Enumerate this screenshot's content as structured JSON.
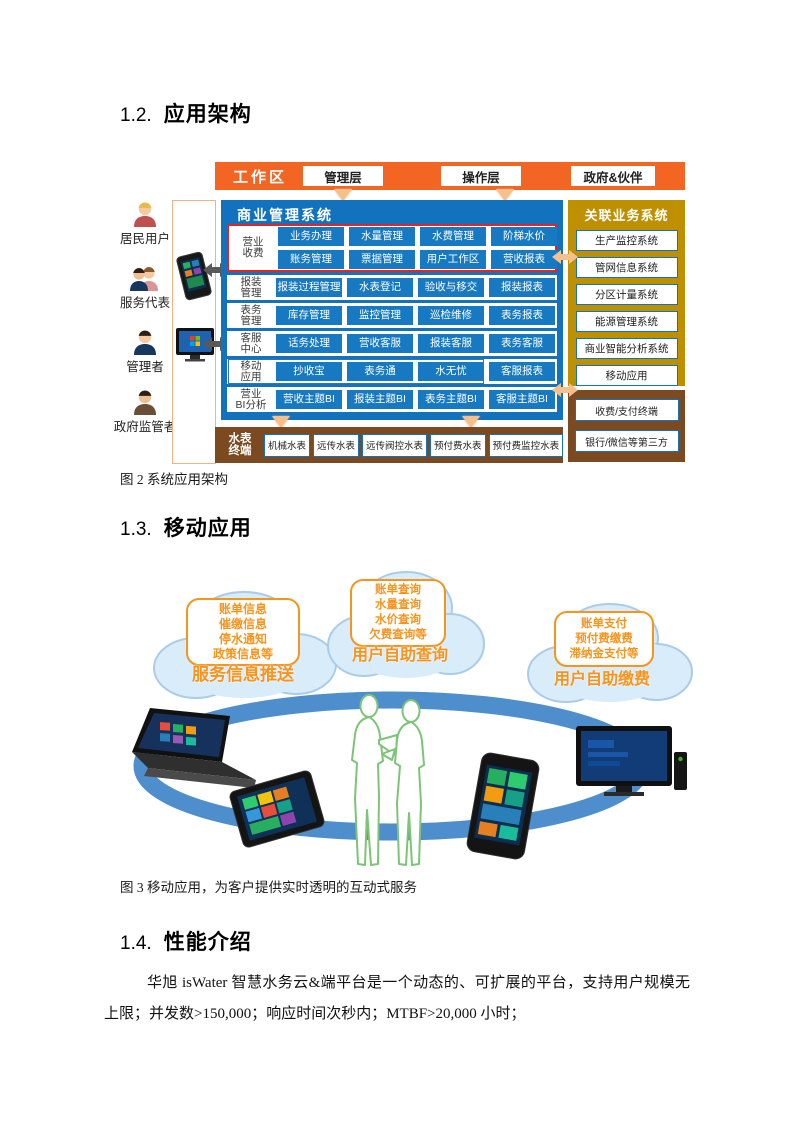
{
  "colors": {
    "orange_bar": "#F26522",
    "blue_system": "#1272BD",
    "gold_related": "#BE9000",
    "brown_terminal": "#7C4A21",
    "highlight_red": "#E8221E",
    "cloud_text_orange": "#F7941D",
    "ring_blue": "#4E8ECD",
    "people_green": "#7CC576"
  },
  "icons": [
    "user-icon",
    "users-pair-icon",
    "phone-icon",
    "monitor-icon",
    "double-arrow-icon",
    "down-arrow-icon",
    "laptop-icon",
    "tablet-icon",
    "smartphone-icon",
    "tv-console-icon",
    "cloud-icon",
    "people-illustration"
  ],
  "sections": {
    "s12": {
      "number": "1.2.",
      "title": "应用架构"
    },
    "s13": {
      "number": "1.3.",
      "title": "移动应用"
    },
    "s14": {
      "number": "1.4.",
      "title": "性能介绍"
    }
  },
  "captions": {
    "fig2": "图 2 系统应用架构",
    "fig3": "图 3 移动应用，为客户提供实时透明的互动式服务"
  },
  "paragraph": "华旭 isWater 智慧水务云&端平台是一个动态的、可扩展的平台，支持用户规模无上限；并发数>150,000；响应时间次秒内；MTBF>20,000 小时；",
  "architecture": {
    "workzone": {
      "label": "工作区",
      "boxes": [
        "管理层",
        "操作层",
        "政府&伙伴"
      ]
    },
    "users": [
      {
        "label": "居民用户"
      },
      {
        "label": "服务代表"
      },
      {
        "label": "管理者"
      },
      {
        "label": "政府监管者"
      }
    ],
    "business": {
      "title": "商业管理系统",
      "rows": [
        {
          "l1": "营业",
          "l2": "收费",
          "items_top": [
            "业务办理",
            "水量管理",
            "水费管理",
            "阶梯水价"
          ],
          "items_bottom": [
            "账务管理",
            "票据管理",
            "用户工作区",
            "营收报表"
          ]
        },
        {
          "l1": "报装",
          "l2": "管理",
          "items": [
            "报装过程管理",
            "水表登记",
            "验收与移交",
            "报装报表"
          ]
        },
        {
          "l1": "表务",
          "l2": "管理",
          "items": [
            "库存管理",
            "监控管理",
            "巡检维修",
            "表务报表"
          ]
        },
        {
          "l1": "客服",
          "l2": "中心",
          "items": [
            "话务处理",
            "营收客服",
            "报装客服",
            "表务客服"
          ]
        },
        {
          "l1": "移动",
          "l2": "应用",
          "items": [
            "抄收宝",
            "表务通",
            "水无忧",
            "客服报表"
          ]
        },
        {
          "l1": "营业",
          "l2": "BI分析",
          "items": [
            "营收主题BI",
            "报装主题BI",
            "表务主题BI",
            "客服主题BI"
          ]
        }
      ]
    },
    "meter": {
      "l1": "水表",
      "l2": "终端",
      "items": [
        "机械水表",
        "远传水表",
        "远传阀控水表",
        "预付费水表",
        "预付费监控水表"
      ]
    },
    "related": {
      "title": "关联业务系统",
      "items": [
        "生产监控系统",
        "管网信息系统",
        "分区计量系统",
        "能源管理系统",
        "商业智能分析系统",
        "移动应用"
      ]
    },
    "payment": {
      "items": [
        "收费/支付终端",
        "银行/微信等第三方"
      ]
    }
  },
  "mobile": {
    "clouds": [
      {
        "bubble": [
          "账单信息",
          "催缴信息",
          "停水通知",
          "政策信息等"
        ],
        "title": "服务信息推送"
      },
      {
        "bubble": [
          "账单查询",
          "水量查询",
          "水价查询",
          "欠费查询等"
        ],
        "title": "用户自助查询"
      },
      {
        "bubble": [
          "账单支付",
          "预付费缴费",
          "滞纳金支付等"
        ],
        "title": "用户自助缴费"
      }
    ]
  }
}
